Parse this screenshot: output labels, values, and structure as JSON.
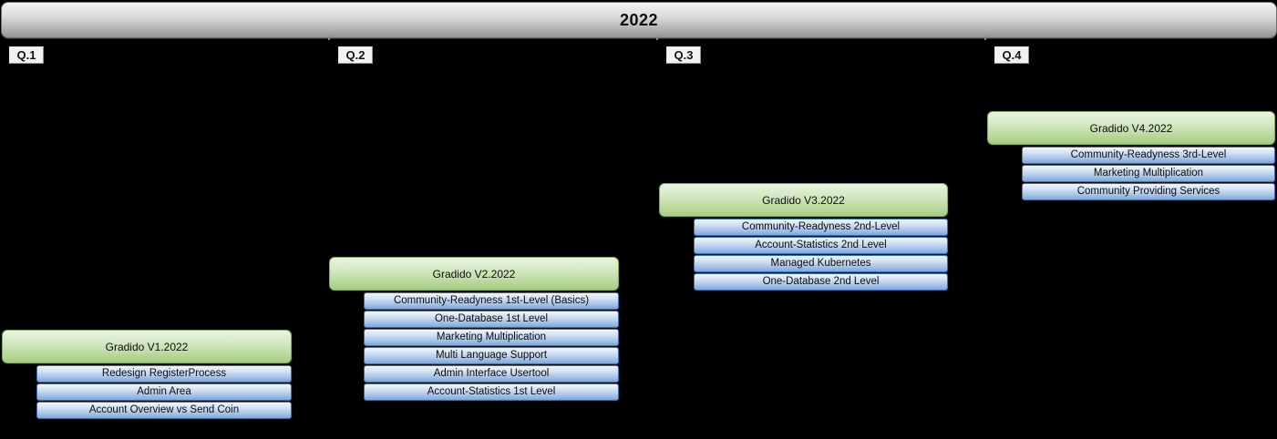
{
  "title": "2022",
  "quarters": [
    {
      "label": "Q.1"
    },
    {
      "label": "Q.2"
    },
    {
      "label": "Q.3"
    },
    {
      "label": "Q.4"
    }
  ],
  "releases": [
    {
      "name": "Gradido V1.2022",
      "quarter": "Q.1",
      "features": [
        "Redesign RegisterProcess",
        "Admin Area",
        "Account Overview vs Send Coin"
      ]
    },
    {
      "name": "Gradido V2.2022",
      "quarter": "Q.2",
      "features": [
        "Community-Readyness 1st-Level (Basics)",
        "One-Database 1st Level",
        "Marketing Multiplication",
        "Multi Language Support",
        "Admin Interface Usertool",
        "Account-Statistics 1st Level"
      ]
    },
    {
      "name": "Gradido V3.2022",
      "quarter": "Q.3",
      "features": [
        "Community-Readyness 2nd-Level",
        "Account-Statistics 2nd Level",
        "Managed Kubernetes",
        "One-Database 2nd Level"
      ]
    },
    {
      "name": "Gradido V4.2022",
      "quarter": "Q.4",
      "features": [
        "Community-Readyness 3rd-Level",
        "Marketing Multiplication",
        "Community Providing Services"
      ]
    }
  ],
  "colors": {
    "background": "#000000",
    "header_gradient_top": "#f2f2f2",
    "header_gradient_bottom": "#939393",
    "milestone_gradient_top": "#e9f4e0",
    "milestone_gradient_bottom": "#a6ce81",
    "milestone_border": "#85aa62",
    "feature_gradient_top": "#f2f7fd",
    "feature_gradient_bottom": "#7fa8dc",
    "feature_border": "#3f6eb5",
    "text": "#0d0d0d"
  }
}
